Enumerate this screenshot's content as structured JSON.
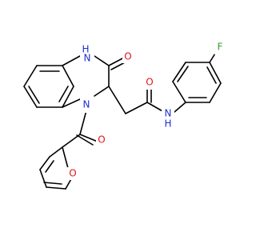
{
  "diagram": {
    "type": "chemical-structure",
    "atoms": {
      "nh_ring": "H\nN",
      "o_ring": "O",
      "o_amide": "O",
      "nh_amide": "N\nH",
      "f": "F",
      "n_ring": "N",
      "o_carbonyl": "O",
      "o_furan": "O"
    },
    "colors": {
      "nitrogen": "#1f2fd0",
      "oxygen": "#e0141e",
      "fluorine": "#3a9b2f",
      "bond": "#000000"
    }
  }
}
